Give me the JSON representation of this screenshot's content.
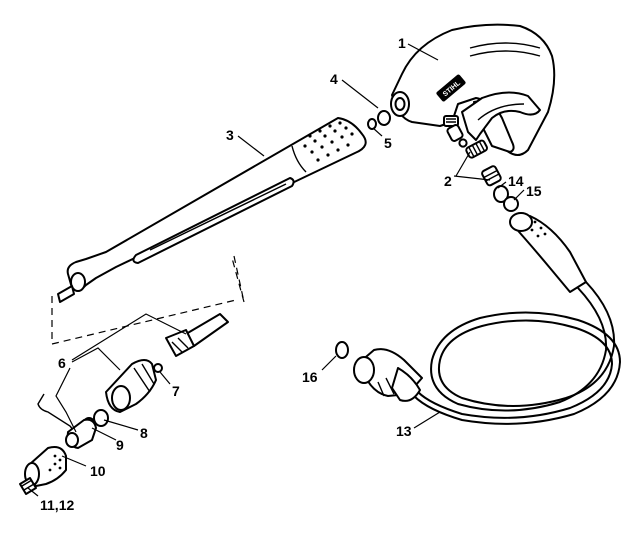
{
  "brand": {
    "logo_text": "STIHL"
  },
  "callouts": [
    {
      "id": "1",
      "label": "1"
    },
    {
      "id": "2",
      "label": "2"
    },
    {
      "id": "3",
      "label": "3"
    },
    {
      "id": "4",
      "label": "4"
    },
    {
      "id": "5",
      "label": "5"
    },
    {
      "id": "6",
      "label": "6"
    },
    {
      "id": "7",
      "label": "7"
    },
    {
      "id": "8",
      "label": "8"
    },
    {
      "id": "9",
      "label": "9"
    },
    {
      "id": "10",
      "label": "10"
    },
    {
      "id": "11-12",
      "label": "11,12"
    },
    {
      "id": "13",
      "label": "13"
    },
    {
      "id": "14",
      "label": "14"
    },
    {
      "id": "15",
      "label": "15"
    },
    {
      "id": "16",
      "label": "16"
    }
  ]
}
